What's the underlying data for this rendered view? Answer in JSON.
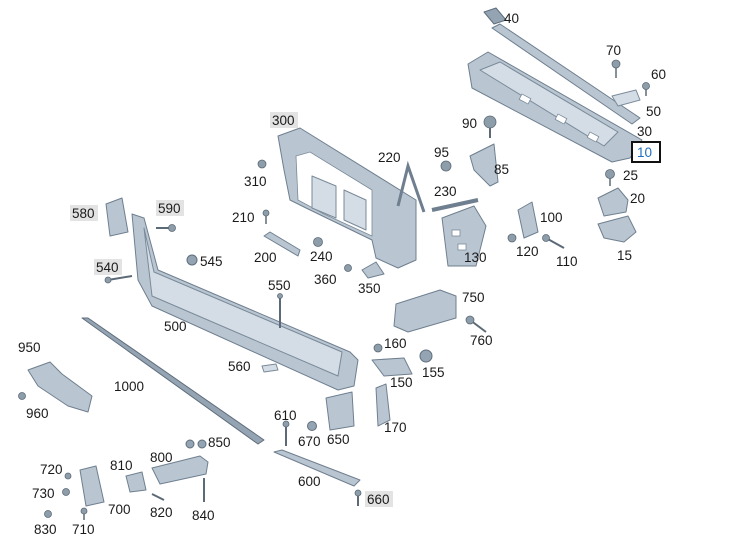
{
  "labels": {
    "p10": "10",
    "p15": "15",
    "p20": "20",
    "p25": "25",
    "p30": "30",
    "p40": "40",
    "p50": "50",
    "p60": "60",
    "p70": "70",
    "p85": "85",
    "p90": "90",
    "p95": "95",
    "p100": "100",
    "p110": "110",
    "p120": "120",
    "p130": "130",
    "p150": "150",
    "p155": "155",
    "p160": "160",
    "p170": "170",
    "p200": "200",
    "p210": "210",
    "p220": "220",
    "p230": "230",
    "p240": "240",
    "p300": "300",
    "p310": "310",
    "p350": "350",
    "p360": "360",
    "p500": "500",
    "p540": "540",
    "p545": "545",
    "p550": "550",
    "p560": "560",
    "p580": "580",
    "p590": "590",
    "p600": "600",
    "p610": "610",
    "p650": "650",
    "p660": "660",
    "p670": "670",
    "p700": "700",
    "p710": "710",
    "p720": "720",
    "p730": "730",
    "p750": "750",
    "p760": "760",
    "p800": "800",
    "p810": "810",
    "p820": "820",
    "p830": "830",
    "p840": "840",
    "p850": "850",
    "p950": "950",
    "p960": "960",
    "p1000": "1000"
  },
  "highlighted_label": "10",
  "colors": {
    "part_fill": "#b9c6d2",
    "highlight_text": "#1e6fbf",
    "muted_label_bg": "#e3e3e3"
  }
}
